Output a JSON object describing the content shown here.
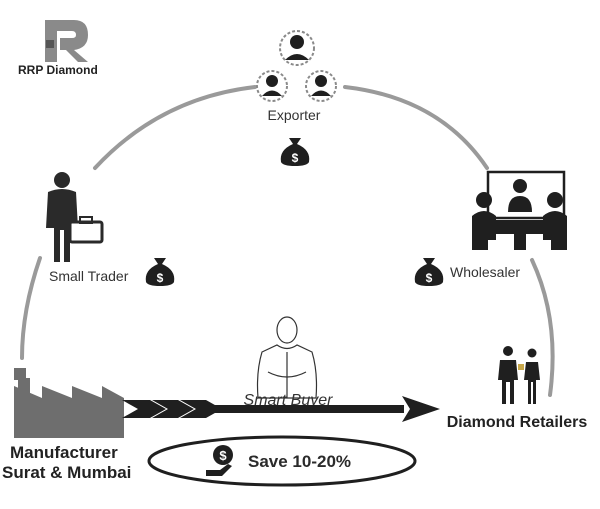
{
  "logo": {
    "letter": "R",
    "name": "RRP Diamond"
  },
  "nodes": {
    "exporter": {
      "label": "Exporter"
    },
    "small_trader": {
      "label": "Small Trader"
    },
    "wholesaler": {
      "label": "Wholesaler"
    },
    "manufacturer": {
      "line1": "Manufacturer",
      "line2": "Surat & Mumbai"
    },
    "retailers": {
      "label": "Diamond Retailers"
    },
    "smart_buyer": {
      "label": "Smart Buyer"
    }
  },
  "savings": {
    "label": "Save 10-20%"
  },
  "money_icon": {
    "symbol": "$"
  },
  "colors": {
    "cycle_line": "#9a9a9a",
    "icon_dark": "#1f1f1f",
    "arrow": "#1f1f1f",
    "save_text": "#2b2b2b"
  }
}
